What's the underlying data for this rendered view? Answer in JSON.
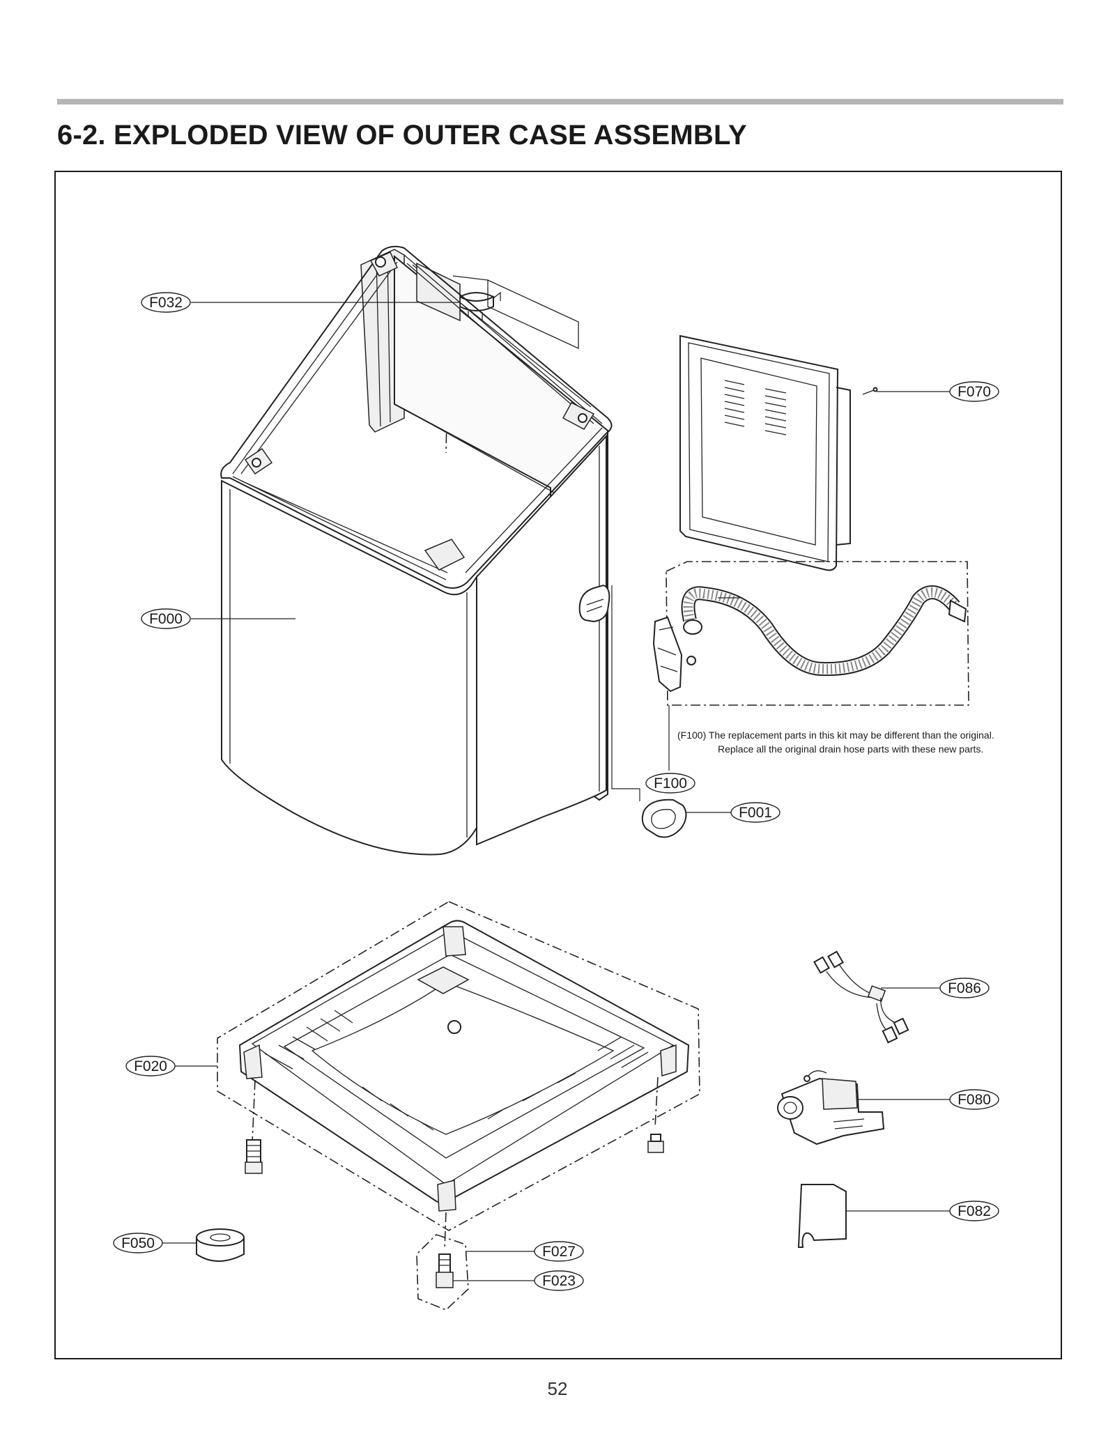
{
  "header": {
    "title": "6-2. EXPLODED VIEW OF OUTER CASE ASSEMBLY"
  },
  "callouts": {
    "f032": "F032",
    "f070": "F070",
    "f000": "F000",
    "f100": "F100",
    "f001": "F001",
    "f086": "F086",
    "f020": "F020",
    "f080": "F080",
    "f082": "F082",
    "f050": "F050",
    "f027": "F027",
    "f023": "F023"
  },
  "note": {
    "line1": "(F100) The replacement parts in this kit may be different than the original.",
    "line2": "Replace all the original drain hose parts with these new parts."
  },
  "footer": {
    "page_number": "52"
  }
}
